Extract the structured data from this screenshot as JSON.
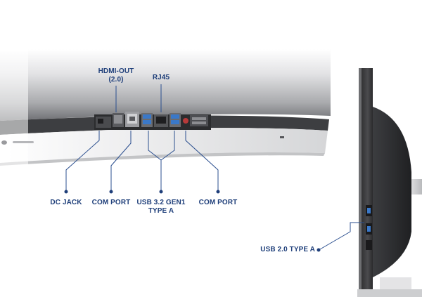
{
  "colors": {
    "label": "#1f3f7a",
    "leader": "#2b4f8f",
    "monitor_dark": "#3a3a3c",
    "usb_blue": "#3a78c8"
  },
  "callouts": {
    "hdmi_out": {
      "line1": "HDMI-OUT",
      "line2": "(2.0)"
    },
    "rj45": {
      "line1": "RJ45"
    },
    "dc_jack": {
      "line1": "DC JACK"
    },
    "com_port_left": {
      "line1": "COM PORT"
    },
    "usb32": {
      "line1": "USB 3.2 GEN1",
      "line2": "TYPE A"
    },
    "com_port_right": {
      "line1": "COM PORT"
    },
    "usb20": {
      "line1": "USB 2.0 TYPE A"
    }
  }
}
